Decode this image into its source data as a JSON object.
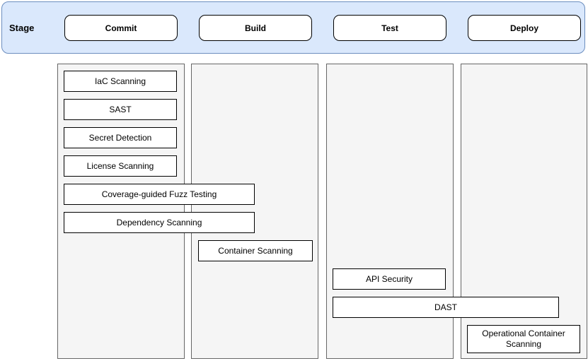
{
  "diagram": {
    "header": {
      "label": "Stage",
      "stages": [
        {
          "label": "Commit"
        },
        {
          "label": "Build"
        },
        {
          "label": "Test"
        },
        {
          "label": "Deploy"
        }
      ]
    },
    "tasks": [
      {
        "label": "IaC Scanning",
        "stage": "Commit"
      },
      {
        "label": "SAST",
        "stage": "Commit"
      },
      {
        "label": "Secret Detection",
        "stage": "Commit"
      },
      {
        "label": "License Scanning",
        "stage": "Commit"
      },
      {
        "label": "Coverage-guided Fuzz Testing",
        "stage": "Commit"
      },
      {
        "label": "Dependency Scanning",
        "stage": "Commit"
      },
      {
        "label": "Container Scanning",
        "stage": "Build"
      },
      {
        "label": "API Security",
        "stage": "Test"
      },
      {
        "label": "DAST",
        "stage": "Test"
      },
      {
        "label": "Operational Container Scanning",
        "stage": "Deploy"
      }
    ]
  },
  "colors": {
    "header-fill": "#dae8fc",
    "header-stroke": "#6c8ebf",
    "lane-fill": "#f5f5f5",
    "lane-stroke": "#666666",
    "shape-fill": "#ffffff",
    "shape-stroke": "#000000",
    "text": "#000000"
  }
}
